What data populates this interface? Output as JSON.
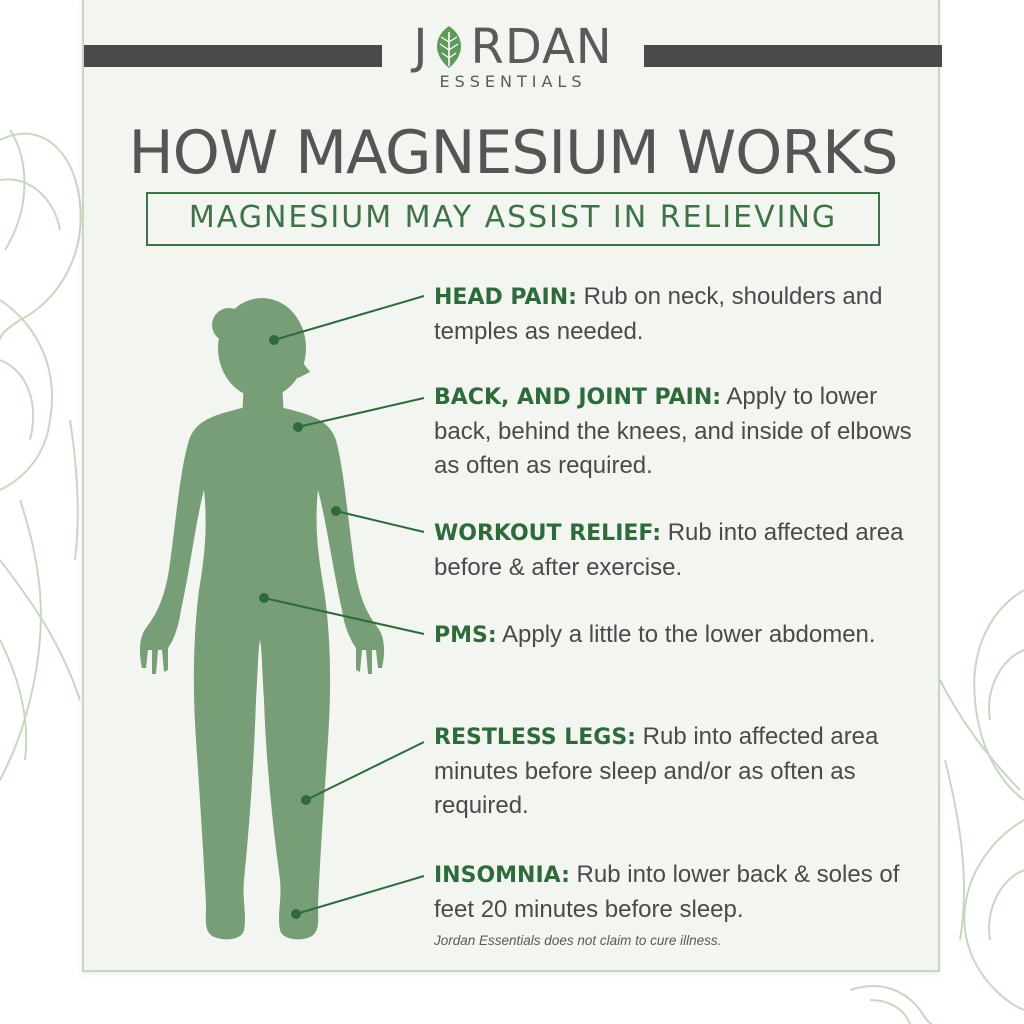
{
  "brand": {
    "logo_prefix": "J",
    "logo_suffix": "RDAN",
    "logo_sub": "ESSENTIALS"
  },
  "title": "HOW MAGNESIUM WORKS",
  "subtitle": "MAGNESIUM MAY ASSIST IN RELIEVING",
  "items": [
    {
      "lead": "HEAD PAIN:",
      "text": " Rub on neck, shoulders and temples as needed."
    },
    {
      "lead": "BACK, AND JOINT PAIN:",
      "text": " Apply to lower back, behind the knees, and inside of elbows as often as required."
    },
    {
      "lead": "WORKOUT RELIEF:",
      "text": " Rub into affected area before & after exercise."
    },
    {
      "lead": "PMS:",
      "text": " Apply a little to the lower abdomen."
    },
    {
      "lead": "RESTLESS LEGS:",
      "text": " Rub into affected area minutes before sleep and/or as often as required."
    },
    {
      "lead": "INSOMNIA:",
      "text": " Rub into lower back & soles of feet 20 minutes before sleep."
    }
  ],
  "disclaimer": "Jordan Essentials does not claim to cure illness.",
  "colors": {
    "accent_green": "#2f6a3c",
    "silhouette_green": "#789e77",
    "card_bg": "#f3f5f0",
    "bar_gray": "#4a4a4a"
  }
}
